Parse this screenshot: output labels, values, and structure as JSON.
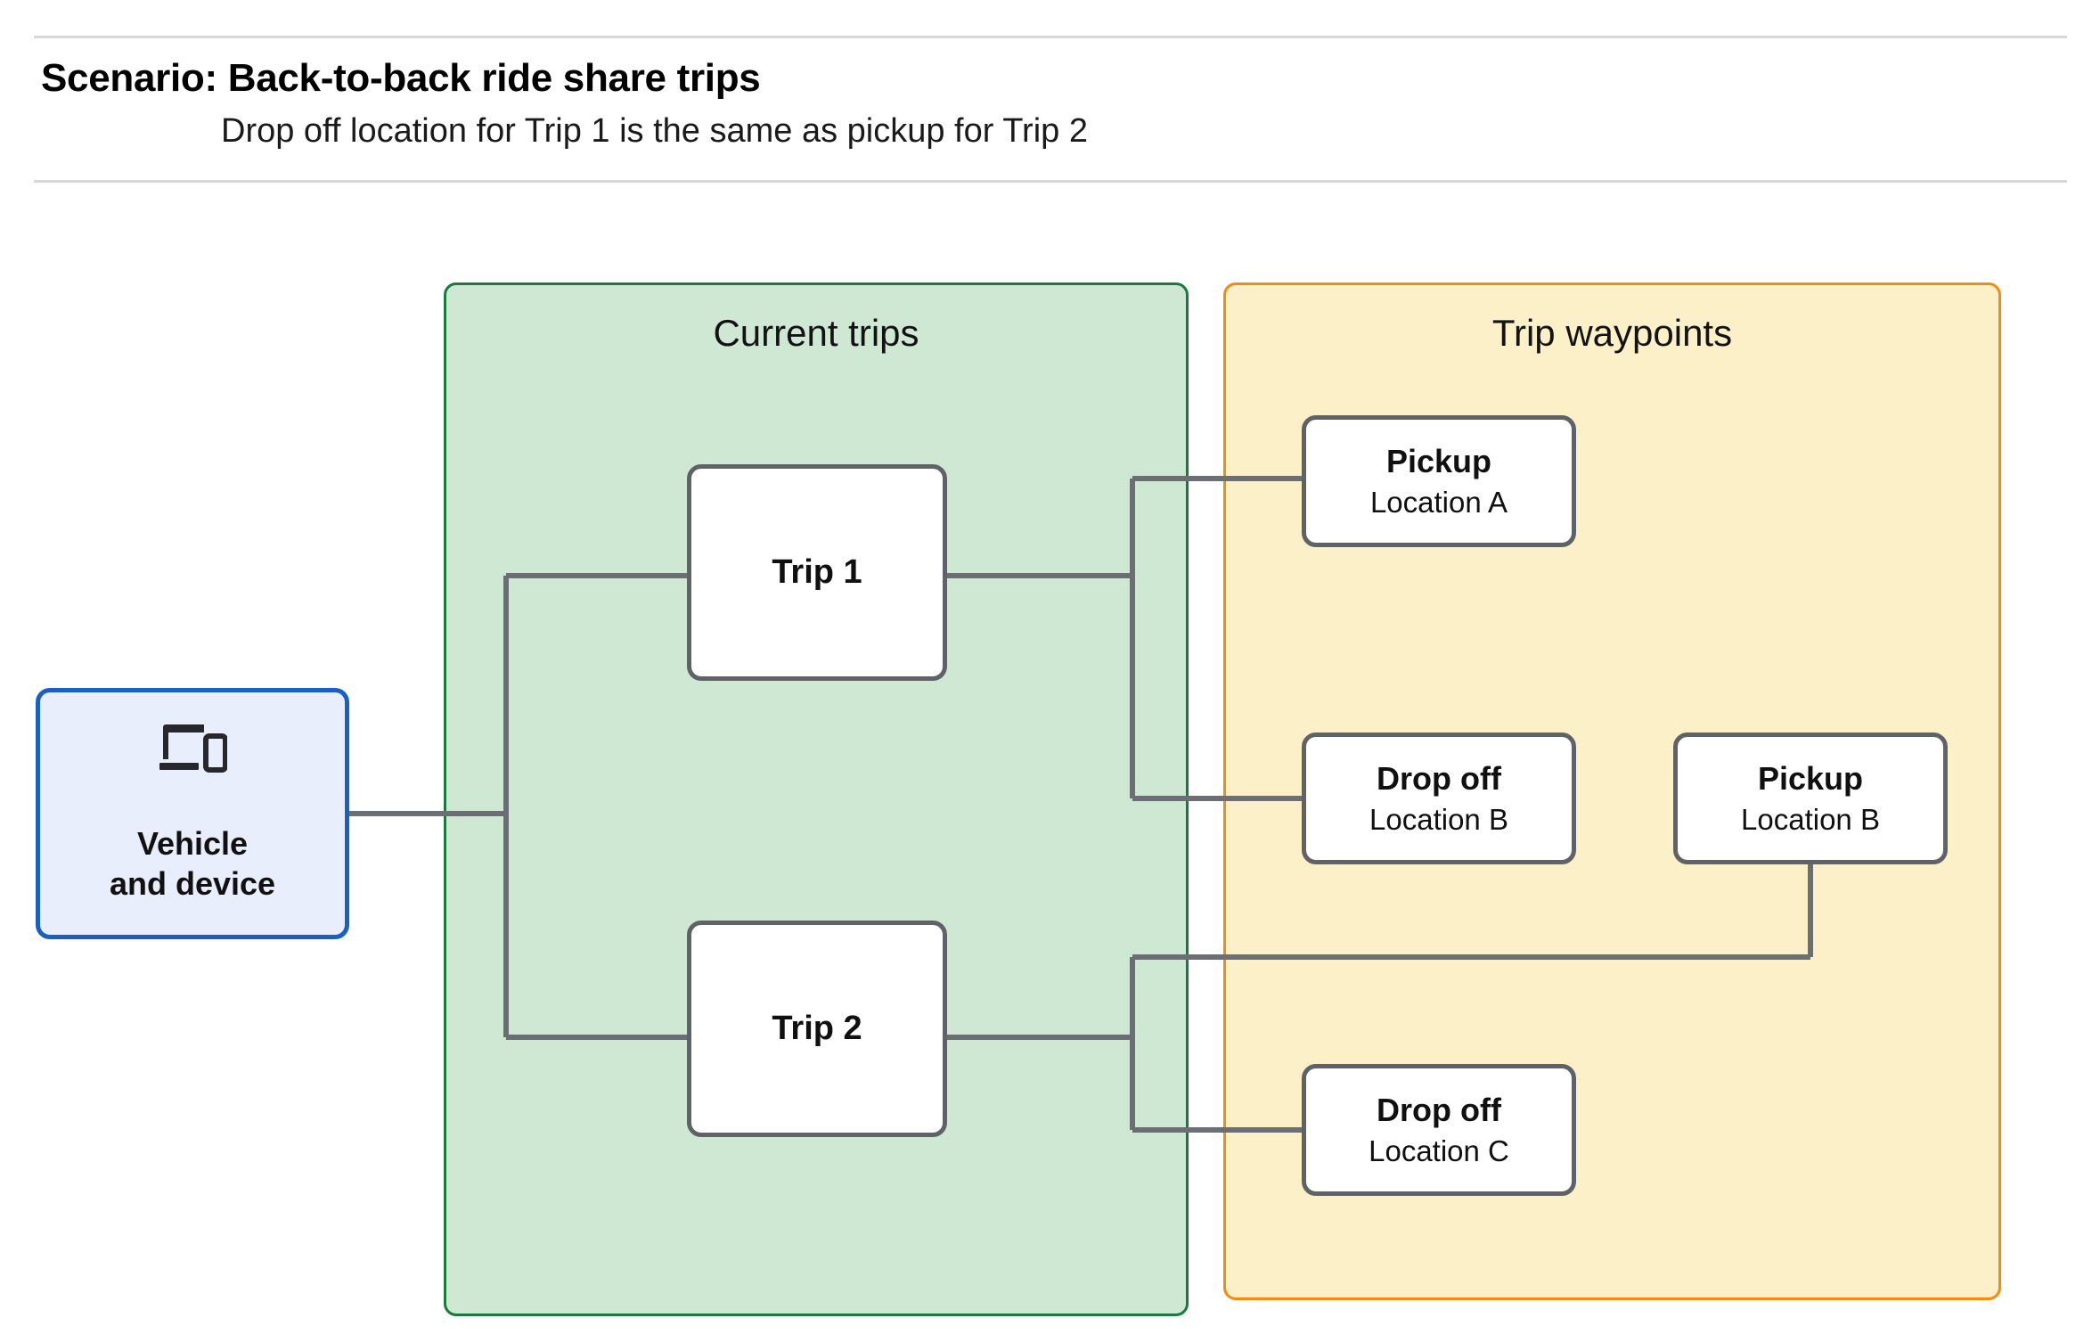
{
  "header": {
    "title": "Scenario: Back-to-back ride share trips",
    "subtitle": "Drop off  location for Trip 1 is the same as pickup for Trip 2"
  },
  "groups": {
    "current_trips": {
      "label": "Current trips",
      "fill": "#cee8d4",
      "border": "#1a7a3c"
    },
    "trip_waypoints": {
      "label": "Trip waypoints",
      "fill": "#fcf0c9",
      "border": "#f18b12"
    }
  },
  "vehicle_device": {
    "label": "Vehicle\nand device",
    "icon": "devices-icon",
    "fill": "#e8eefc",
    "border": "#1a5fc4"
  },
  "trips": [
    {
      "id": "trip-1",
      "label": "Trip 1"
    },
    {
      "id": "trip-2",
      "label": "Trip 2"
    }
  ],
  "waypoints": [
    {
      "id": "pickup-a",
      "type": "Pickup",
      "location": "Location A"
    },
    {
      "id": "dropoff-b",
      "type": "Drop off",
      "location": "Location B"
    },
    {
      "id": "pickup-b",
      "type": "Pickup",
      "location": "Location B"
    },
    {
      "id": "dropoff-c",
      "type": "Drop off",
      "location": "Location C"
    }
  ],
  "colors": {
    "node_border": "#5f6368",
    "wire": "#6b6f73",
    "rule": "#d8d8d8"
  }
}
